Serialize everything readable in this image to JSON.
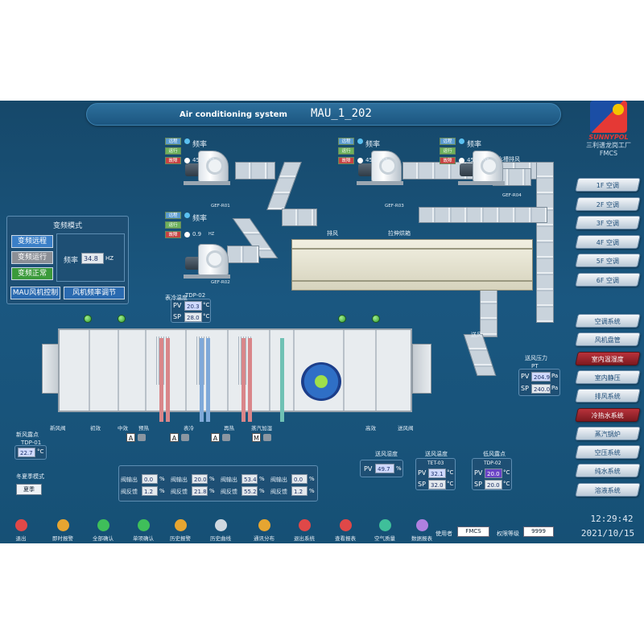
{
  "header": {
    "system_title": "Air conditioning system",
    "unit_title": "MAU_1_202"
  },
  "logo": {
    "brand": "SUNNYPOL",
    "company": "三利谱龙岗工厂",
    "sub": "FMCS"
  },
  "floor_buttons": [
    "1F  空调",
    "2F  空调",
    "3F  空调",
    "4F  空调",
    "5F  空调",
    "6F  空调"
  ],
  "system_buttons": [
    {
      "label": "空调系统",
      "active": false
    },
    {
      "label": "风机盘管",
      "active": false
    },
    {
      "label": "室内温湿度",
      "active": true
    },
    {
      "label": "室内静压",
      "active": false
    },
    {
      "label": "排风系统",
      "active": false
    },
    {
      "label": "冷热水系统",
      "active": true
    },
    {
      "label": "蒸汽锅炉",
      "active": false
    },
    {
      "label": "空压系统",
      "active": false
    },
    {
      "label": "纯水系统",
      "active": false
    },
    {
      "label": "溶液系统",
      "active": false
    }
  ],
  "fans": [
    {
      "id": "GEF-R01",
      "freq_label": "频率",
      "freq_value": "45.5",
      "unit": "HZ",
      "status": [
        "远程",
        "运行",
        "故障"
      ]
    },
    {
      "id": "GEF-R02",
      "freq_label": "频率",
      "freq_value": "0.9",
      "unit": "HZ",
      "status": [
        "远程",
        "运行",
        "故障"
      ]
    },
    {
      "id": "GEF-R03",
      "freq_label": "频率",
      "freq_value": "45.2",
      "unit": "HZ",
      "status": [
        "远程",
        "运行",
        "故障"
      ]
    },
    {
      "id": "GEF-R04",
      "freq_label": "频率",
      "freq_value": "45.3",
      "unit": "HZ",
      "status": [
        "远程",
        "运行",
        "故障"
      ]
    }
  ],
  "labels": {
    "water_tank_exhaust": "水槽排风",
    "exhaust_air": "排风",
    "stretch_oven": "拉伸烘箱",
    "exhaust_air2": "送风",
    "tdp02_tag": "TDP-02",
    "exhaust_temp": "表冷温度",
    "supply_pressure": "送风压力",
    "pt_tag": "PT"
  },
  "vfd_panel": {
    "title": "变频模式",
    "modes": [
      "变频远程",
      "变频运行",
      "变频正常"
    ],
    "freq_label": "频率",
    "freq_value": "34.8",
    "freq_unit": "HZ",
    "buttons": [
      "MAU风机控制",
      "风机频率调节"
    ]
  },
  "tdp02": {
    "pv_label": "PV",
    "pv": "20.3",
    "sp_label": "SP",
    "sp": "28.0",
    "unit": "°C"
  },
  "supply_pressure": {
    "pv_label": "PV",
    "pv": "204.9",
    "sp_label": "SP",
    "sp": "240.0",
    "unit": "Pa"
  },
  "ahu_labels": [
    "新风阀",
    "初效",
    "中效",
    "预热",
    "表冷",
    "再热",
    "蒸汽加湿",
    "高效",
    "送风阀"
  ],
  "valve_tags": [
    "A",
    "A",
    "A",
    "M"
  ],
  "fresh_dew": {
    "title": "新风露点",
    "tag": "TDP-01",
    "value": "22.7",
    "unit": "°C"
  },
  "season": {
    "title": "冬夏季模式",
    "value": "夏季"
  },
  "valves": [
    {
      "out_label": "阀输出",
      "out": "0.0",
      "fb_label": "阀反馈",
      "fb": "1.2",
      "unit": "%"
    },
    {
      "out_label": "阀输出",
      "out": "20.0",
      "fb_label": "阀反馈",
      "fb": "21.8",
      "unit": "%"
    },
    {
      "out_label": "阀输出",
      "out": "53.4",
      "fb_label": "阀反馈",
      "fb": "55.2",
      "unit": "%"
    },
    {
      "out_label": "阀输出",
      "out": "0.0",
      "fb_label": "阀反馈",
      "fb": "1.2",
      "unit": "%"
    }
  ],
  "supply_humidity": {
    "title": "送风湿度",
    "pv_label": "PV",
    "pv": "49.7",
    "unit": "%"
  },
  "supply_temp": {
    "title": "送风温度",
    "tag": "TET-03",
    "pv_label": "PV",
    "pv": "32.1",
    "sp_label": "SP",
    "sp": "32.0",
    "unit": "°C"
  },
  "low_dew": {
    "title": "低风露点",
    "tag": "TDP-02",
    "pv_label": "PV",
    "pv": "20.0",
    "sp_label": "SP",
    "sp": "20.0",
    "unit": "°C"
  },
  "toolbar": [
    {
      "label": "退出",
      "icon": "power-icon",
      "color": "#e04848"
    },
    {
      "label": "即时报警",
      "icon": "alarm-icon",
      "color": "#e6a531"
    },
    {
      "label": "全部确认",
      "icon": "check-icon",
      "color": "#3fbf5a"
    },
    {
      "label": "单项确认",
      "icon": "single-check-icon",
      "color": "#3fbf5a"
    },
    {
      "label": "历史报警",
      "icon": "history-alarm-icon",
      "color": "#e6a531"
    },
    {
      "label": "历史曲线",
      "icon": "trend-icon",
      "color": "#cfd8e0"
    },
    {
      "label": "通讯分布",
      "icon": "network-icon",
      "color": "#e6a531"
    },
    {
      "label": "退出系统",
      "icon": "exit-icon",
      "color": "#e04848"
    },
    {
      "label": "查看报表",
      "icon": "report-icon",
      "color": "#e04848"
    },
    {
      "label": "空气质量",
      "icon": "air-icon",
      "color": "#3fbf9a"
    },
    {
      "label": "数据报表",
      "icon": "data-icon",
      "color": "#b080e0"
    }
  ],
  "user": {
    "user_label": "使用者",
    "user": "FMCS",
    "level_label": "权限等级",
    "level": "9999"
  },
  "clock": {
    "time": "12:29:42",
    "date": "2021/10/15"
  }
}
